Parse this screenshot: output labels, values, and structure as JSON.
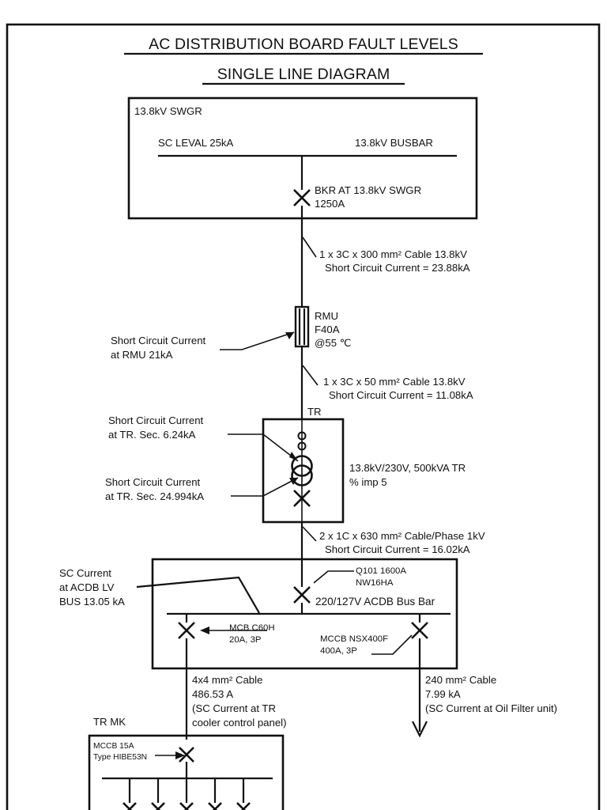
{
  "document": {
    "title_line1": "AC DISTRIBUTION BOARD FAULT LEVELS",
    "title_line2": "SINGLE LINE DIAGRAM"
  },
  "colors": {
    "ink": "#111111",
    "paper": "#ffffff"
  },
  "switchgear": {
    "panel_label": "13.8kV SWGR",
    "sc_level": "SC LEVAL 25kA",
    "busbar_label": "13.8kV BUSBAR",
    "breaker_line1": "BKR AT 13.8kV SWGR",
    "breaker_line2": "1250A"
  },
  "cable_hv": {
    "line1": "1 x 3C x 300 mm² Cable 13.8kV",
    "line2": "Short Circuit Current = 23.88kA"
  },
  "rmu": {
    "line1": "RMU",
    "line2": "F40A",
    "line3": "@55 ℃",
    "callout_line1": "Short Circuit Current",
    "callout_line2": "at RMU 21kA"
  },
  "cable_rmu_tr": {
    "line1": "1 x 3C x 50 mm² Cable 13.8kV",
    "line2": "Short Circuit Current = 11.08kA"
  },
  "transformer": {
    "tag": "TR",
    "rating_line1": "13.8kV/230V, 500kVA TR",
    "rating_line2": "% imp 5",
    "callout_top_line1": "Short Circuit Current",
    "callout_top_line2": "at TR. Sec. 6.24kA",
    "callout_bottom_line1": "Short Circuit Current",
    "callout_bottom_line2": "at TR. Sec. 24.994kA"
  },
  "cable_lv": {
    "line1": "2 x 1C x 630 mm² Cable/Phase 1kV",
    "line2": "Short Circuit Current = 16.02kA"
  },
  "acdb": {
    "main_breaker_line1": "Q101 1600A",
    "main_breaker_line2": "NW16HA",
    "busbar_label": "220/127V ACDB Bus Bar",
    "callout_line1": "SC Current",
    "callout_line2": "at ACDB LV",
    "callout_line3": "BUS 13.05 kA",
    "feeder_left_line1": "MCB C60H",
    "feeder_left_line2": "20A, 3P",
    "feeder_right_line1": "MCCB NSX400F",
    "feeder_right_line2": "400A, 3P"
  },
  "feeder_left": {
    "line1": "4x4 mm² Cable",
    "line2": "486.53 A",
    "line3": "(SC Current at TR",
    "line4": "cooler control panel)"
  },
  "feeder_right": {
    "line1": "240 mm² Cable",
    "line2": "7.99 kA",
    "line3": "(SC Current at Oil Filter unit)"
  },
  "trmk": {
    "panel_label": "TR MK",
    "incomer_line1": "MCCB 15A",
    "incomer_line2": "Type HIBE53N"
  }
}
